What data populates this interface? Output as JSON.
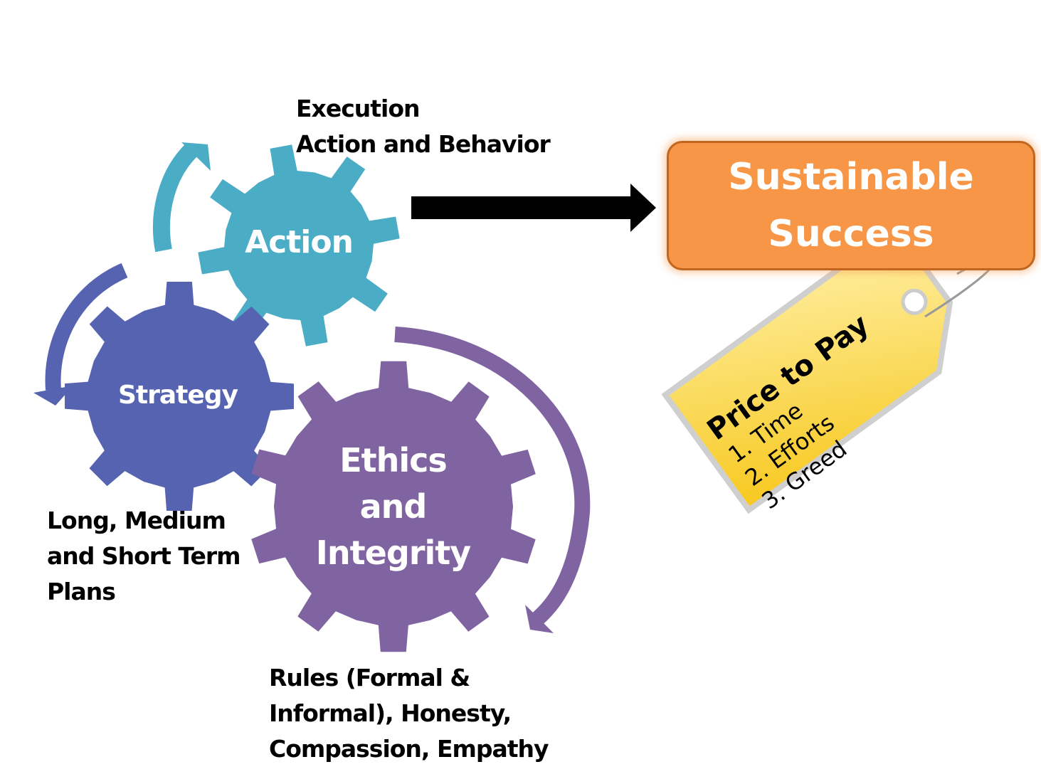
{
  "gears": {
    "action": {
      "label": "Action",
      "color": "#4BACC6"
    },
    "strategy": {
      "label": "Strategy",
      "color": "#5563B1"
    },
    "ethics": {
      "label_lines": [
        "Ethics",
        "and",
        "Integrity"
      ],
      "color": "#8064A2"
    }
  },
  "captions": {
    "action": [
      "Execution",
      "Action and Behavior"
    ],
    "strategy": [
      "Long, Medium",
      "and Short Term",
      "Plans"
    ],
    "ethics": [
      "Rules (Formal &",
      "Informal), Honesty,",
      "Compassion, Empathy"
    ]
  },
  "result": {
    "lines": [
      "Sustainable",
      "Success"
    ],
    "color": "#F79646"
  },
  "price_tag": {
    "title": "Price to Pay",
    "items": [
      "Time",
      "Efforts",
      "Greed"
    ],
    "color": "#FFD43B"
  }
}
